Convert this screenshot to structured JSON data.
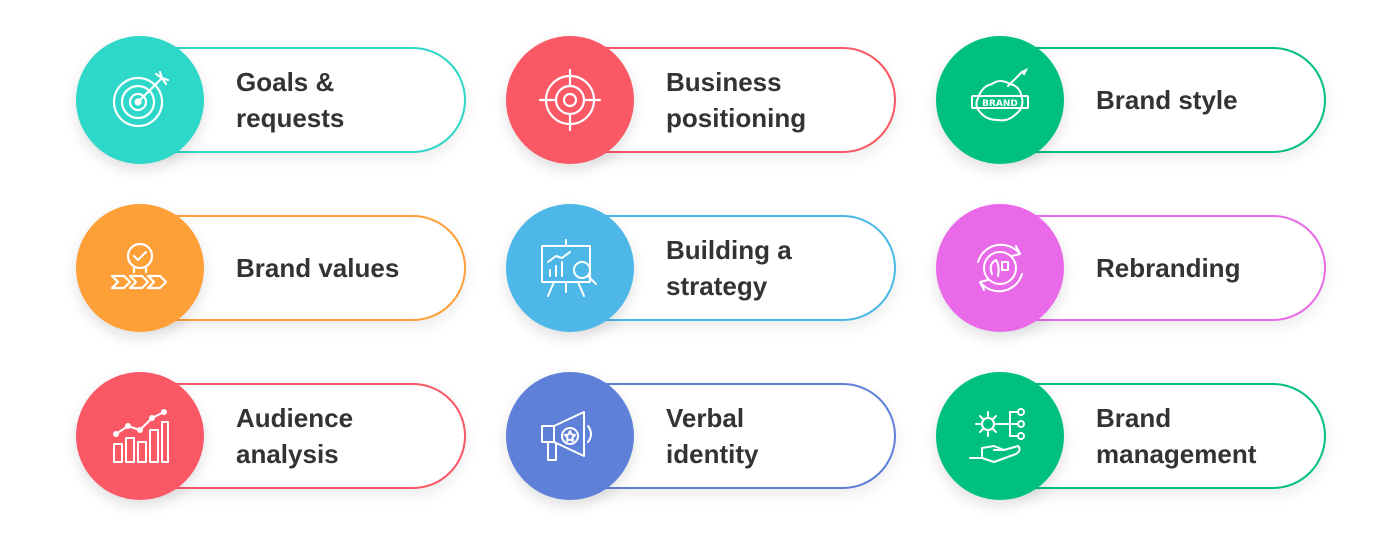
{
  "items": [
    {
      "label": "Goals &\nrequests",
      "icon": "target-icon",
      "color": "#2dd7c9"
    },
    {
      "label": "Business\npositioning",
      "icon": "crosshair-icon",
      "color": "#fb5865"
    },
    {
      "label": "Brand style",
      "icon": "brand-badge-icon",
      "color": "#00c07f"
    },
    {
      "label": "Brand values",
      "icon": "checkmark-arrows-icon",
      "color": "#ff9f38"
    },
    {
      "label": "Building a\nstrategy",
      "icon": "presentation-board-icon",
      "color": "#4db8e8"
    },
    {
      "label": "Rebranding",
      "icon": "refresh-logo-icon",
      "color": "#e86ae8"
    },
    {
      "label": "Audience\nanalysis",
      "icon": "bar-chart-icon",
      "color": "#fb5865"
    },
    {
      "label": "Verbal\nidentity",
      "icon": "megaphone-icon",
      "color": "#5f80d9"
    },
    {
      "label": "Brand\nmanagement",
      "icon": "hand-gear-icon",
      "color": "#00c07f"
    }
  ]
}
